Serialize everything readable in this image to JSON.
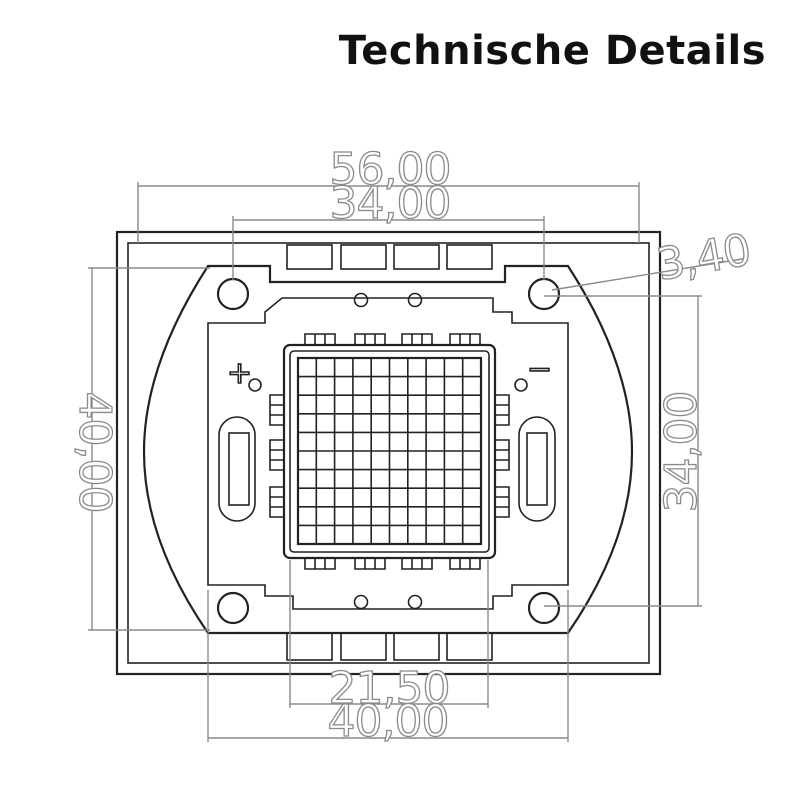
{
  "title": "Technische Details",
  "dimensions": {
    "overall_width": "56,00",
    "hole_spacing_horizontal": "34,00",
    "hole_diameter": "3,40",
    "overall_height": "40,00",
    "hole_spacing_vertical": "34,00",
    "emitter_width": "21,50",
    "base_width": "40,00"
  },
  "polarity": {
    "plus": "+",
    "minus": "−"
  },
  "colors": {
    "outline": "#222222",
    "dimension": "#8a8a8a"
  }
}
